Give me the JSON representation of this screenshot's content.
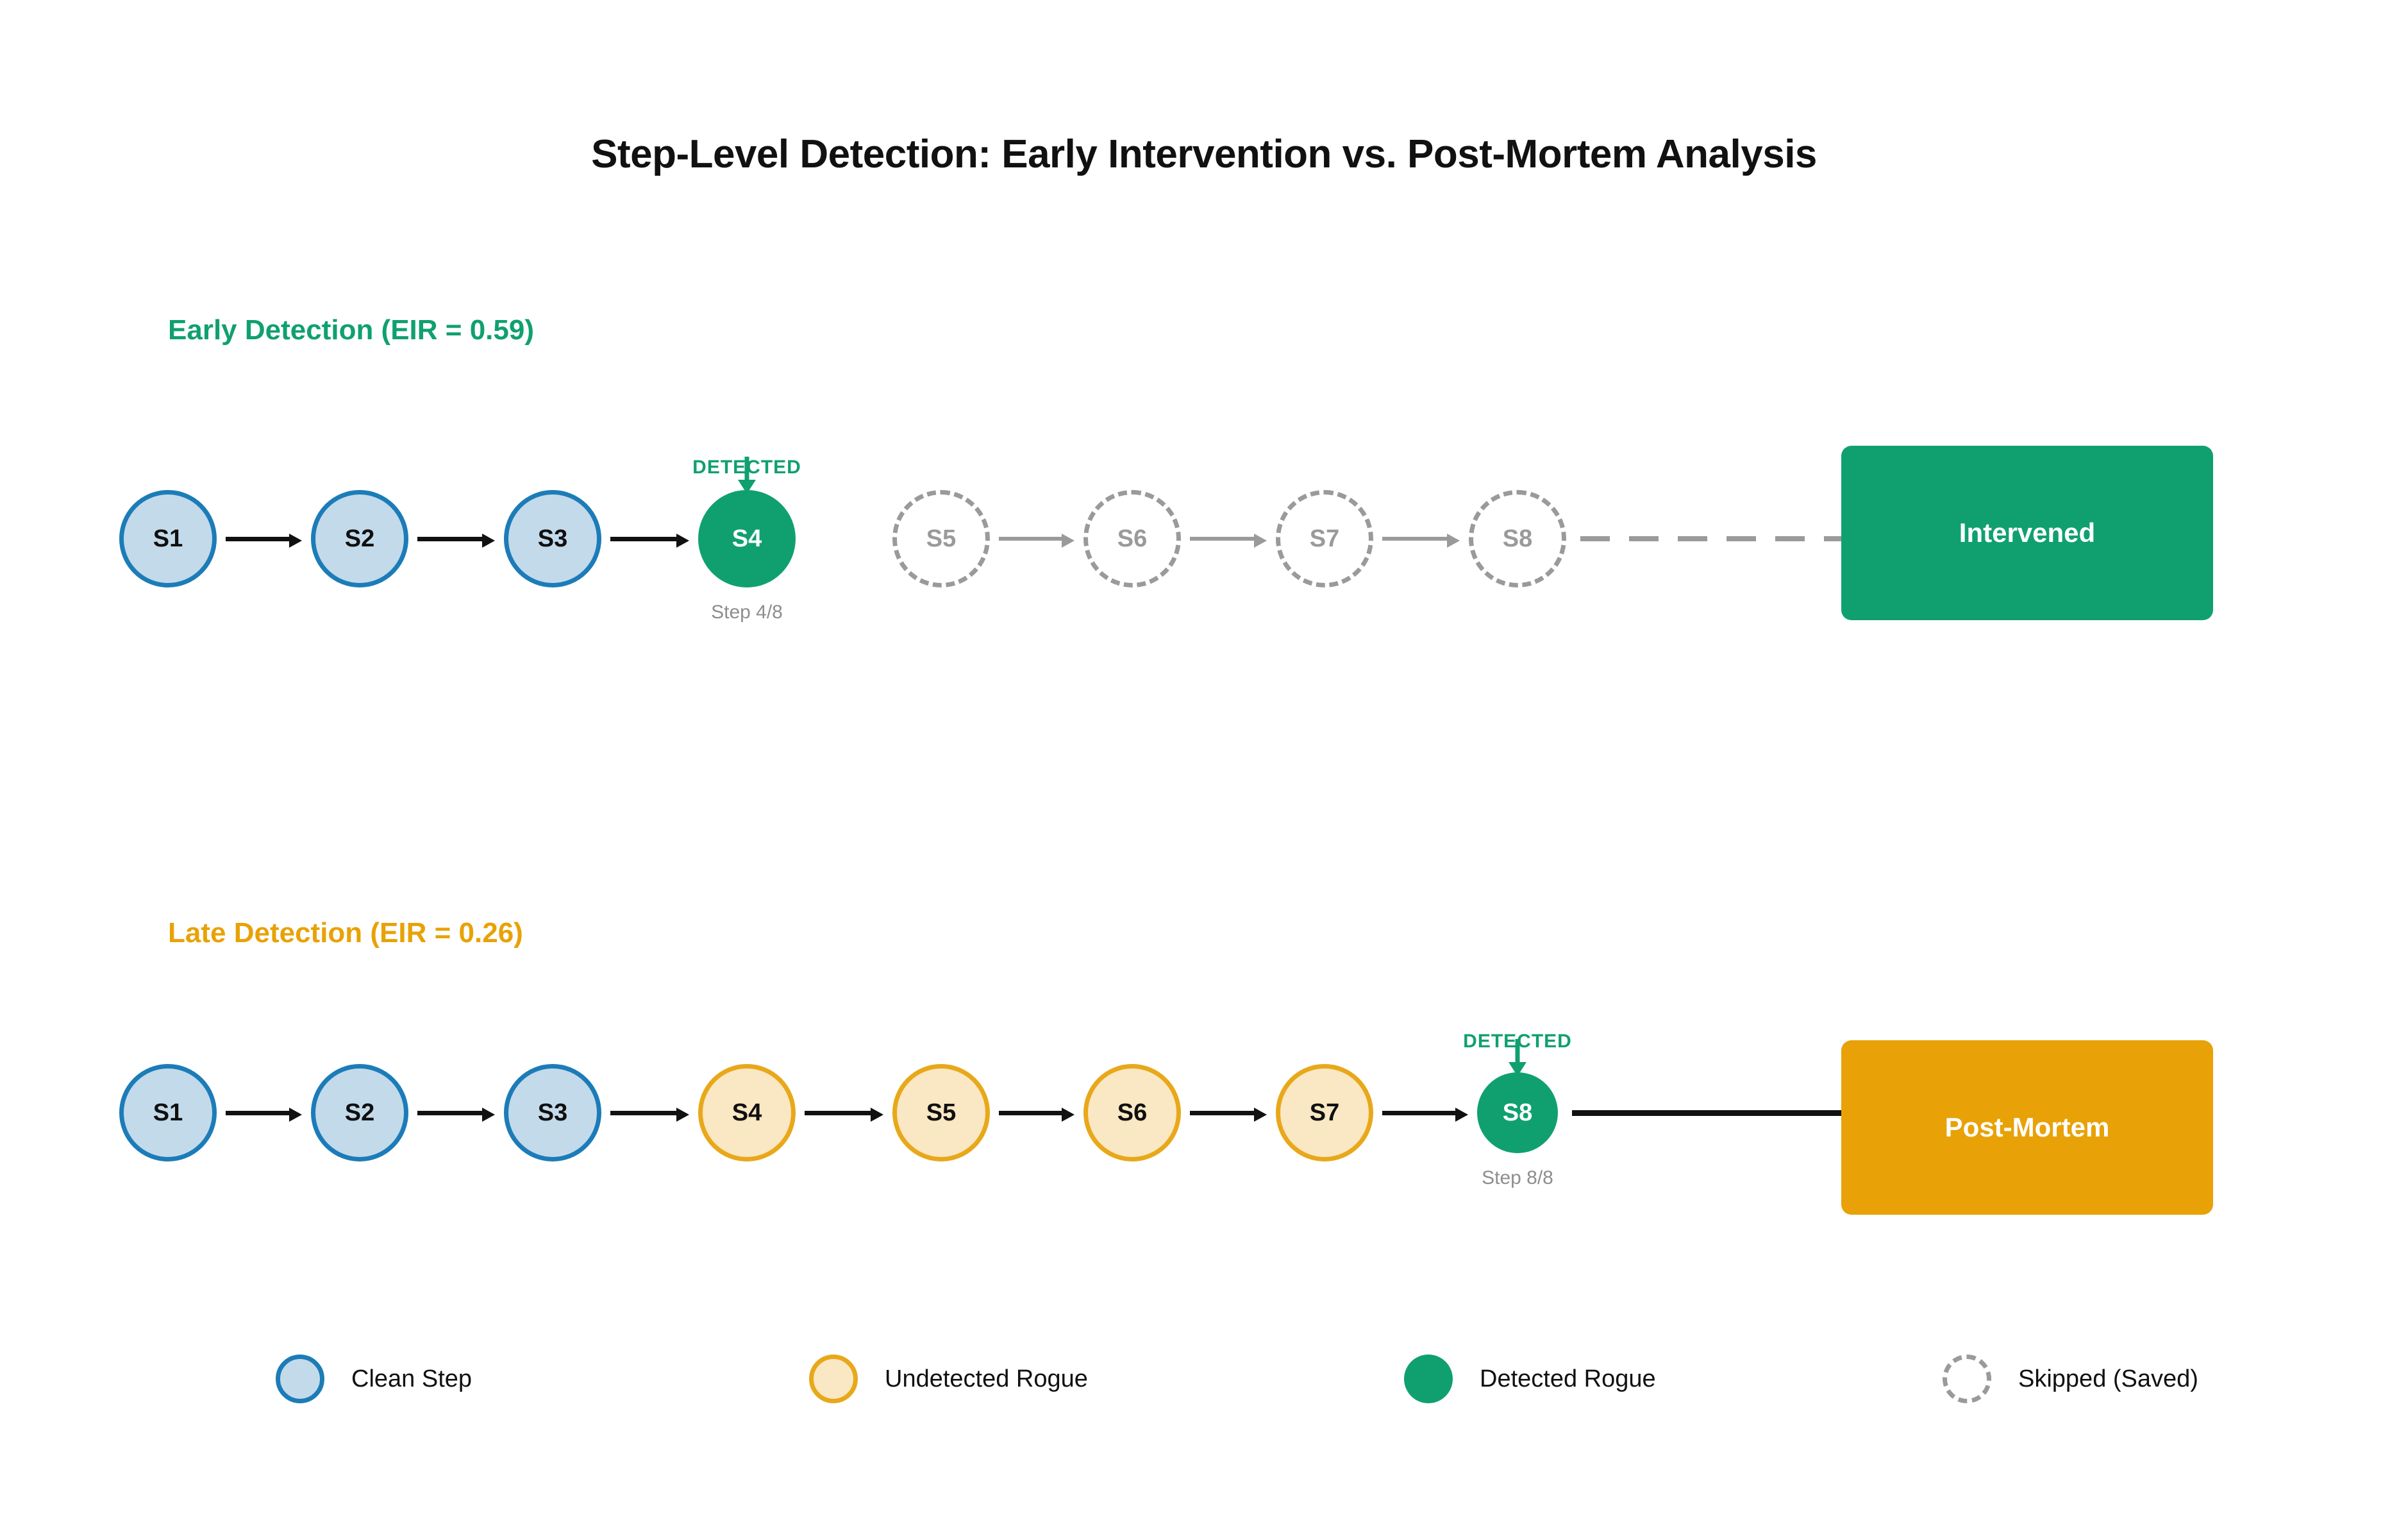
{
  "title": "Step-Level Detection: Early Intervention vs. Post-Mortem Analysis",
  "colors": {
    "clean_fill": "#c3daea",
    "clean_border": "#1c7cb8",
    "rogue_fill": "#fae7c3",
    "rogue_border": "#e8a81a",
    "detected": "#10a070",
    "skipped": "#9a9a9a",
    "post_mortem": "#e8a207",
    "title_text": "#111111",
    "caption_text": "#8e8e8e"
  },
  "rows": [
    {
      "id": "early",
      "label": "Early Detection (EIR = 0.59)",
      "label_color": "#10a070",
      "detected_label": "DETECTED",
      "step_caption": "Step 4/8",
      "detected_index": 3,
      "outcome": "Intervened",
      "outcome_color": "#10a070",
      "connector_style": "dashed",
      "nodes": [
        {
          "label": "S1",
          "state": "clean"
        },
        {
          "label": "S2",
          "state": "clean"
        },
        {
          "label": "S3",
          "state": "clean"
        },
        {
          "label": "S4",
          "state": "detected"
        },
        {
          "label": "S5",
          "state": "skipped"
        },
        {
          "label": "S6",
          "state": "skipped"
        },
        {
          "label": "S7",
          "state": "skipped"
        },
        {
          "label": "S8",
          "state": "skipped"
        }
      ]
    },
    {
      "id": "late",
      "label": "Late Detection (EIR = 0.26)",
      "label_color": "#e8a207",
      "detected_label": "DETECTED",
      "step_caption": "Step 8/8",
      "detected_index": 7,
      "outcome": "Post-Mortem",
      "outcome_color": "#e8a207",
      "connector_style": "solid",
      "nodes": [
        {
          "label": "S1",
          "state": "clean"
        },
        {
          "label": "S2",
          "state": "clean"
        },
        {
          "label": "S3",
          "state": "clean"
        },
        {
          "label": "S4",
          "state": "rogue"
        },
        {
          "label": "S5",
          "state": "rogue"
        },
        {
          "label": "S6",
          "state": "rogue"
        },
        {
          "label": "S7",
          "state": "rogue"
        },
        {
          "label": "S8",
          "state": "detected"
        }
      ]
    }
  ],
  "legend": [
    {
      "label": "Clean Step",
      "state": "clean"
    },
    {
      "label": "Undetected Rogue",
      "state": "rogue"
    },
    {
      "label": "Detected Rogue",
      "state": "detected"
    },
    {
      "label": "Skipped (Saved)",
      "state": "skipped"
    }
  ]
}
